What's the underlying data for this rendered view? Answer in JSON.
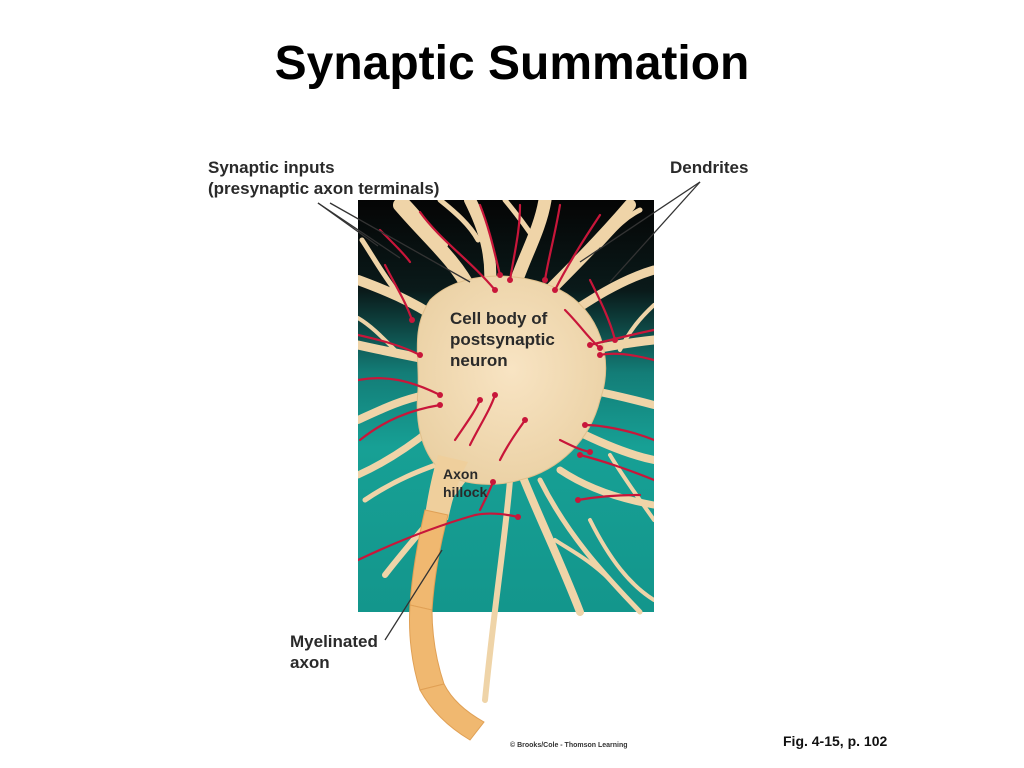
{
  "slide": {
    "title": "Synaptic Summation",
    "figure_ref": "Fig. 4-15, p. 102",
    "credit": "© Brooks/Cole - Thomson Learning"
  },
  "labels": {
    "synaptic_inputs_line1": "Synaptic inputs",
    "synaptic_inputs_line2": "(presynaptic axon terminals)",
    "dendrites": "Dendrites",
    "cell_body_line1": "Cell body of",
    "cell_body_line2": "postsynaptic",
    "cell_body_line3": "neuron",
    "axon_hillock_line1": "Axon",
    "axon_hillock_line2": "hillock",
    "myelinated_line1": "Myelinated",
    "myelinated_line2": "axon"
  },
  "colors": {
    "background_top": "#0d0d0d",
    "background_bottom": "#159a91",
    "neuron": "#f1d6ad",
    "axon": "#f0b870",
    "presynaptic_terminal": "#c8163a",
    "leader_line": "#333333"
  }
}
